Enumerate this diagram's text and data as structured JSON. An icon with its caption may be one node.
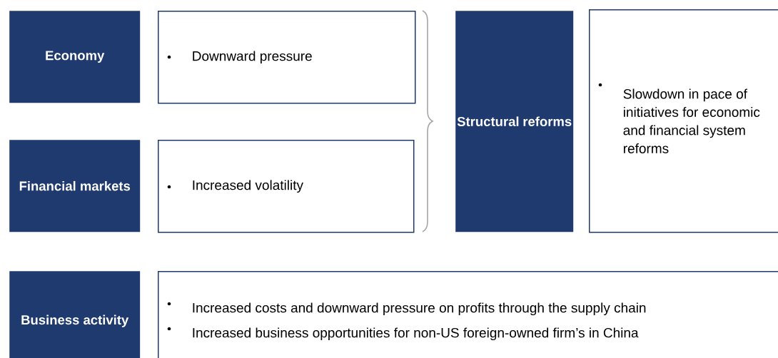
{
  "diagram": {
    "nodes": [
      {
        "text": [
          "Economy"
        ]
      },
      {
        "text": [
          "Downward pressure"
        ]
      },
      {
        "text": [
          "Financial markets"
        ]
      },
      {
        "text": [
          "Increased volatility"
        ]
      },
      {
        "text": [
          "Structural reforms"
        ]
      },
      {
        "text": [
          "Slowdown in pace of initiatives for economic and financial system reforms"
        ]
      },
      {
        "text": [
          "Business activity"
        ]
      },
      {
        "text": [
          "Increased costs and downward pressure on profits through the supply chain",
          "Increased business opportunities for non-US foreign-owned firm’s in China"
        ]
      }
    ]
  }
}
